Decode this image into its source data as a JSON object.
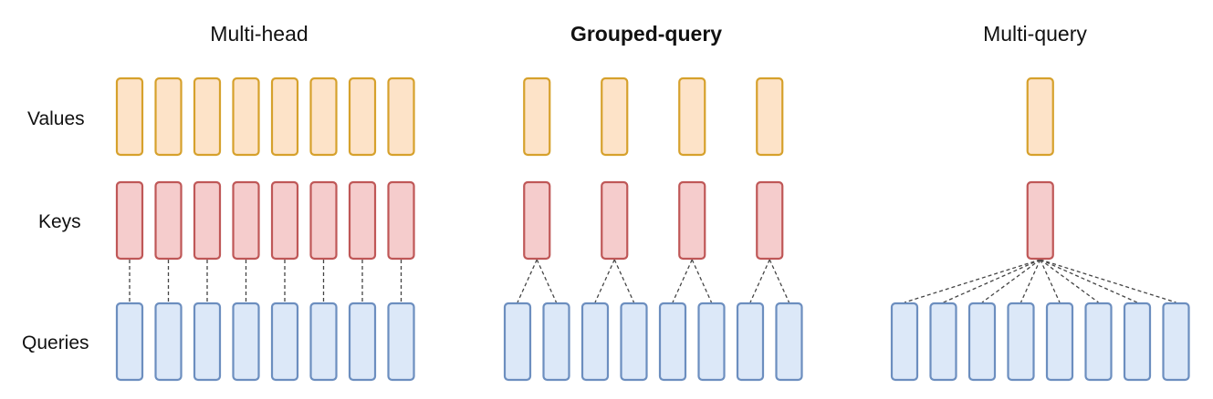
{
  "colors": {
    "values_fill": "#fde3c8",
    "values_stroke": "#d6a12c",
    "keys_fill": "#f5cccc",
    "keys_stroke": "#bf5757",
    "queries_fill": "#dce8f8",
    "queries_stroke": "#6c8ebf",
    "connector": "#444444"
  },
  "row_labels": {
    "values": "Values",
    "keys": "Keys",
    "queries": "Queries"
  },
  "panels": [
    {
      "id": "multi-head",
      "title": "Multi-head",
      "title_bold": false,
      "num_values": 8,
      "num_keys": 8,
      "num_queries": 8
    },
    {
      "id": "grouped-query",
      "title": "Grouped-query",
      "title_bold": true,
      "num_values": 4,
      "num_keys": 4,
      "num_queries": 8
    },
    {
      "id": "multi-query",
      "title": "Multi-query",
      "title_bold": false,
      "num_values": 1,
      "num_keys": 1,
      "num_queries": 8
    }
  ]
}
